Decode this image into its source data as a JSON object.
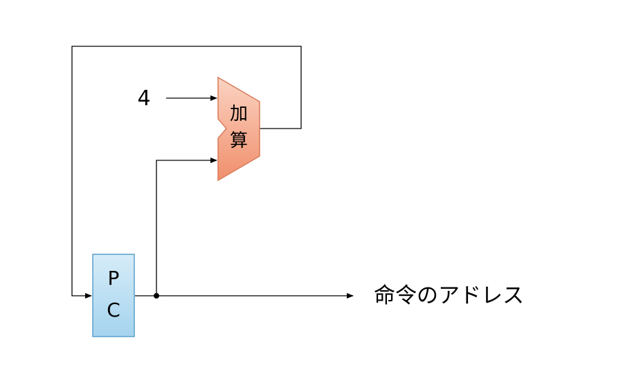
{
  "diagram": {
    "constant_input": "4",
    "adder_label_line1": "加",
    "adder_label_line2": "算",
    "pc_label_line1": "P",
    "pc_label_line2": "C",
    "output_label": "命令のアドレス"
  },
  "colors": {
    "adder_fill_top": "#fbd3c2",
    "adder_fill_bottom": "#f08f6c",
    "adder_stroke": "#d97b5a",
    "pc_fill_top": "#d6ecf8",
    "pc_fill_bottom": "#a5d3ee",
    "pc_stroke": "#5a9fc9",
    "wire": "#000000"
  }
}
